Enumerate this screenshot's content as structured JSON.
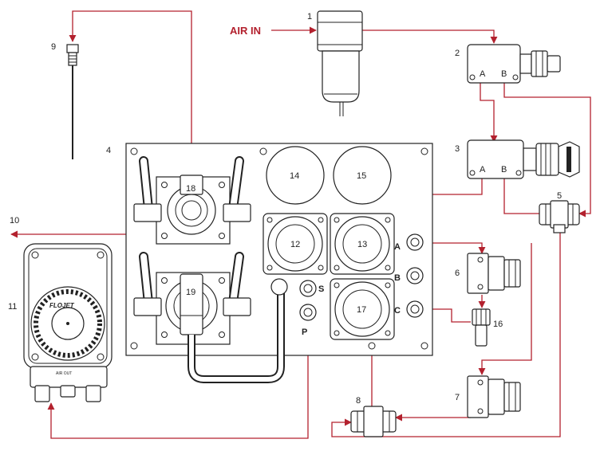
{
  "air_in_label": "AIR IN",
  "brand_label": "FLOJET",
  "pump_small_text": "AIR OUT",
  "line_color": "#b3212e",
  "callouts": {
    "c1": "1",
    "c2": "2",
    "c3": "3",
    "c4": "4",
    "c5": "5",
    "c6": "6",
    "c7": "7",
    "c8": "8",
    "c9": "9",
    "c10": "10",
    "c11": "11",
    "c16": "16"
  },
  "inner_labels": {
    "l12": "12",
    "l13": "13",
    "l14": "14",
    "l15": "15",
    "l17": "17",
    "l18": "18",
    "l19": "19"
  },
  "ports": {
    "a": "A",
    "b": "B",
    "c": "C",
    "s": "S",
    "p": "P",
    "v2a": "A",
    "v2b": "B",
    "v3a": "A",
    "v3b": "B"
  }
}
